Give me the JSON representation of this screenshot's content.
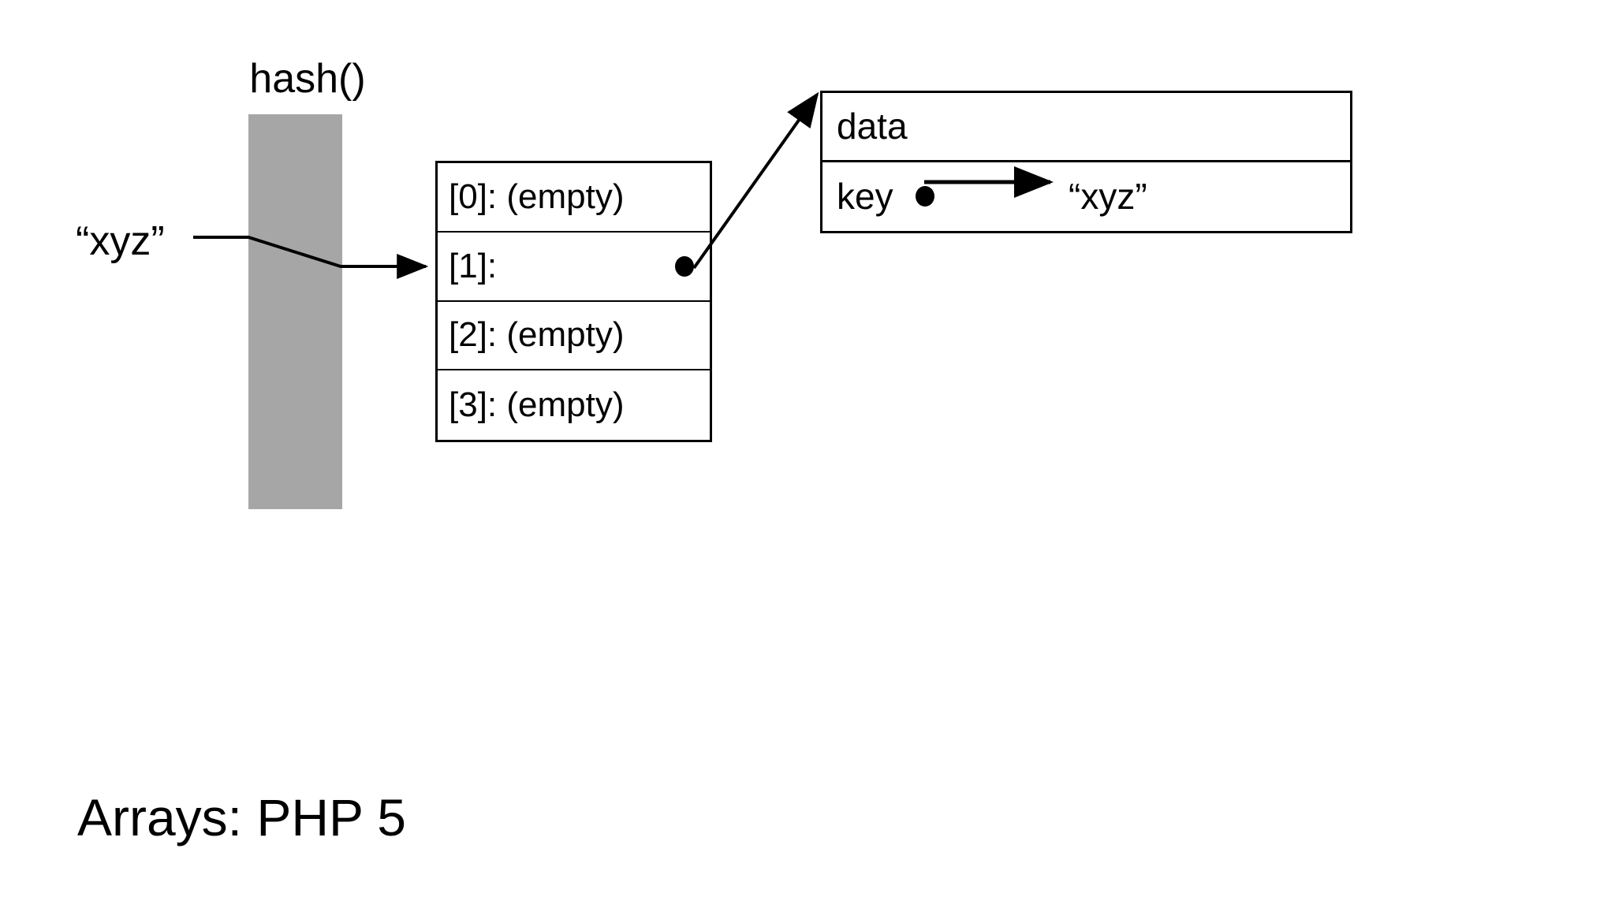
{
  "slide": {
    "title": "Arrays: PHP 5",
    "background_color": "#FFFFFF",
    "ink_color": "#000000"
  },
  "hash_function": {
    "label": "hash()",
    "bar_color": "#A6A6A6"
  },
  "input": {
    "key_literal": "“xyz”"
  },
  "bucket_array": {
    "slots": [
      {
        "index_label": "[0]:",
        "value_label": "(empty)",
        "text": "[0]: (empty)",
        "has_pointer": false
      },
      {
        "index_label": "[1]:",
        "value_label": "",
        "text": "[1]:",
        "has_pointer": true
      },
      {
        "index_label": "[2]:",
        "value_label": "(empty)",
        "text": "[2]: (empty)",
        "has_pointer": false
      },
      {
        "index_label": "[3]:",
        "value_label": "(empty)",
        "text": "[3]: (empty)",
        "has_pointer": false
      }
    ]
  },
  "bucket_entry": {
    "data_row": {
      "label": "data"
    },
    "key_row": {
      "label": "key",
      "value": "“xyz”"
    }
  }
}
